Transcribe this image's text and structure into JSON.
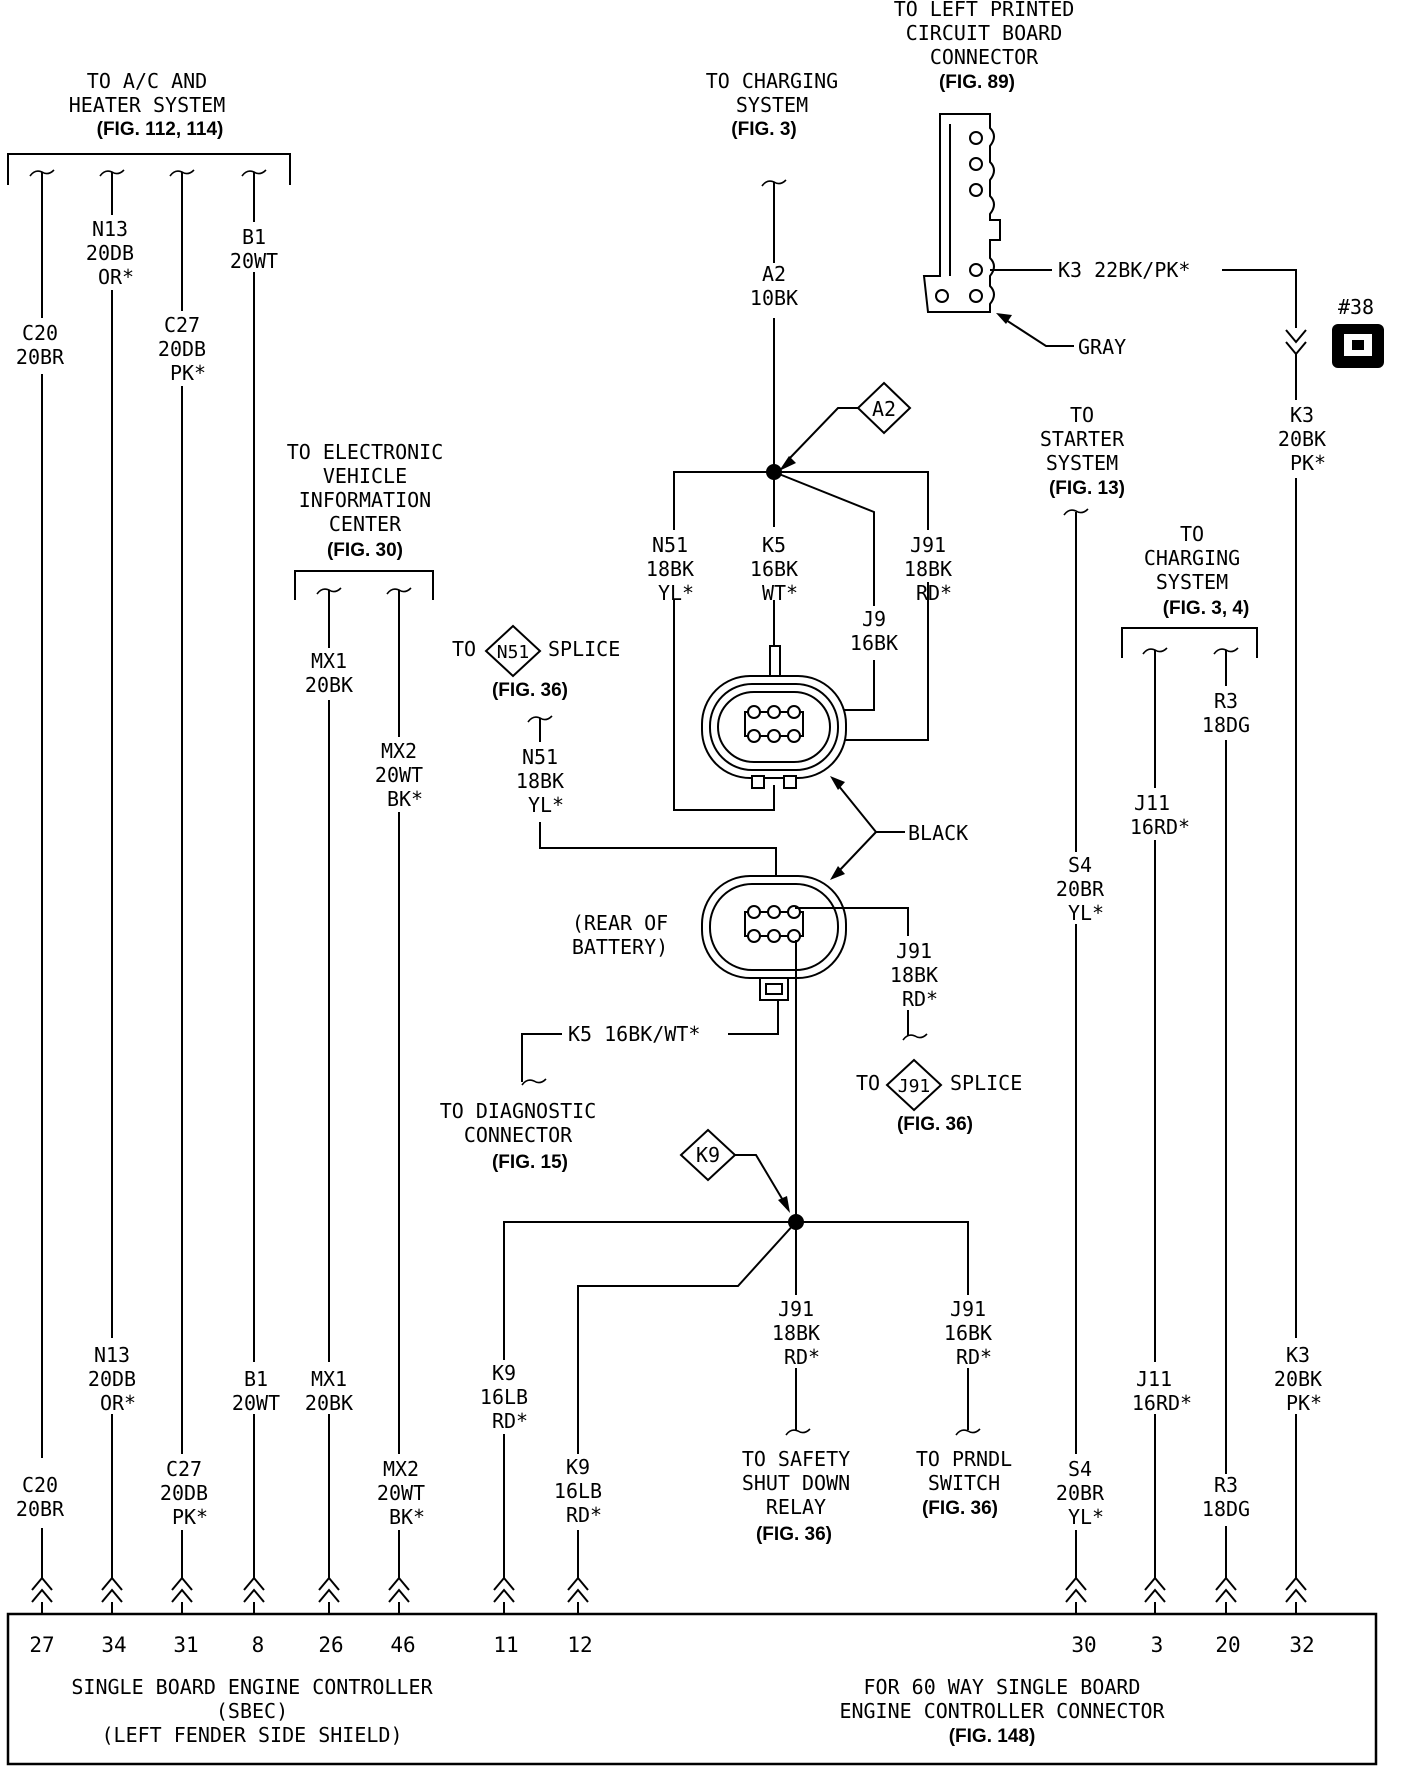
{
  "sources": {
    "ac_heater": {
      "lines": [
        "TO A/C AND",
        "HEATER SYSTEM"
      ],
      "fig": "(FIG. 112, 114)"
    },
    "charging_top": {
      "lines": [
        "TO CHARGING",
        "SYSTEM"
      ],
      "fig": "(FIG. 3)"
    },
    "pcb": {
      "lines": [
        "TO LEFT PRINTED",
        "CIRCUIT BOARD",
        "CONNECTOR"
      ],
      "fig": "(FIG. 89)"
    },
    "evic": {
      "lines": [
        "TO ELECTRONIC",
        "VEHICLE",
        "INFORMATION",
        "CENTER"
      ],
      "fig": "(FIG. 30)"
    },
    "starter": {
      "lines": [
        "TO",
        "STARTER",
        "SYSTEM"
      ],
      "fig": "(FIG. 13)"
    },
    "charging_right": {
      "lines": [
        "TO",
        "CHARGING",
        "SYSTEM"
      ],
      "fig": "(FIG. 3, 4)"
    },
    "n51_splice": {
      "to": "TO",
      "tag": "N51",
      "splice": "SPLICE",
      "fig": "(FIG. 36)"
    },
    "j91_splice": {
      "to": "TO",
      "tag": "J91",
      "splice": "SPLICE",
      "fig": "(FIG. 36)"
    },
    "diagnostic": {
      "lines": [
        "TO DIAGNOSTIC",
        "CONNECTOR"
      ],
      "fig": "(FIG. 15)"
    },
    "safety_relay": {
      "lines": [
        "TO SAFETY",
        "SHUT DOWN",
        "RELAY"
      ],
      "fig": "(FIG. 36)"
    },
    "prndl": {
      "lines": [
        "TO PRNDL",
        "SWITCH"
      ],
      "fig": "(FIG. 36)"
    }
  },
  "wires": {
    "c20_top": [
      "C20",
      "20BR"
    ],
    "n13_top": [
      "N13",
      "20DB",
      "OR*"
    ],
    "c27_top": [
      "C27",
      "20DB",
      "PK*"
    ],
    "b1_top": [
      "B1",
      "20WT"
    ],
    "a2": [
      "A2",
      "10BK"
    ],
    "k3_inline": "K3 22BK/PK*",
    "gray": "GRAY",
    "k3_right": [
      "K3",
      "20BK",
      "PK*"
    ],
    "mx1_top": [
      "MX1",
      "20BK"
    ],
    "mx2_top": [
      "MX2",
      "20WT",
      "BK*"
    ],
    "n51_upper": [
      "N51",
      "18BK",
      "YL*"
    ],
    "k5_upper": [
      "K5",
      "16BK",
      "WT*"
    ],
    "j91_upper": [
      "J91",
      "18BK",
      "RD*"
    ],
    "j9": [
      "J9",
      "16BK"
    ],
    "n51_lower": [
      "N51",
      "18BK",
      "YL*"
    ],
    "black": "BLACK",
    "rear_of_battery": [
      "(REAR OF",
      "BATTERY)"
    ],
    "j91_mid": [
      "J91",
      "18BK",
      "RD*"
    ],
    "k5_inline": "K5 16BK/WT*",
    "s4_top": [
      "S4",
      "20BR",
      "YL*"
    ],
    "j11_top": [
      "J11",
      "16RD*"
    ],
    "r3_top": [
      "R3",
      "18DG"
    ],
    "k9_left": [
      "K9",
      "16LB",
      "RD*"
    ],
    "k9_right": [
      "K9",
      "16LB",
      "RD*"
    ],
    "j91_relay": [
      "J91",
      "18BK",
      "RD*"
    ],
    "j91_prndl": [
      "J91",
      "16BK",
      "RD*"
    ],
    "n13_bot": [
      "N13",
      "20DB",
      "OR*"
    ],
    "b1_bot": [
      "B1",
      "20WT"
    ],
    "mx1_bot": [
      "MX1",
      "20BK"
    ],
    "k3_bot": [
      "K3",
      "20BK",
      "PK*"
    ],
    "j11_bot": [
      "J11",
      "16RD*"
    ],
    "c20_bot": [
      "C20",
      "20BR"
    ],
    "c27_bot": [
      "C27",
      "20DB",
      "PK*"
    ],
    "mx2_bot": [
      "MX2",
      "20WT",
      "BK*"
    ],
    "s4_bot": [
      "S4",
      "20BR",
      "YL*"
    ],
    "r3_bot": [
      "R3",
      "18DG"
    ]
  },
  "splice_tags": {
    "a2": "A2",
    "k9": "K9"
  },
  "ground_tag": "#38",
  "pins": {
    "p27": "27",
    "p34": "34",
    "p31": "31",
    "p8": "8",
    "p26": "26",
    "p46": "46",
    "p11": "11",
    "p12": "12",
    "p30": "30",
    "p3": "3",
    "p20": "20",
    "p32": "32"
  },
  "controller": {
    "left_lines": [
      "SINGLE BOARD ENGINE CONTROLLER",
      "(SBEC)",
      "(LEFT FENDER SIDE SHIELD)"
    ],
    "right_lines": [
      "FOR 60 WAY SINGLE BOARD",
      "ENGINE CONTROLLER CONNECTOR"
    ],
    "right_fig": "(FIG. 148)"
  }
}
